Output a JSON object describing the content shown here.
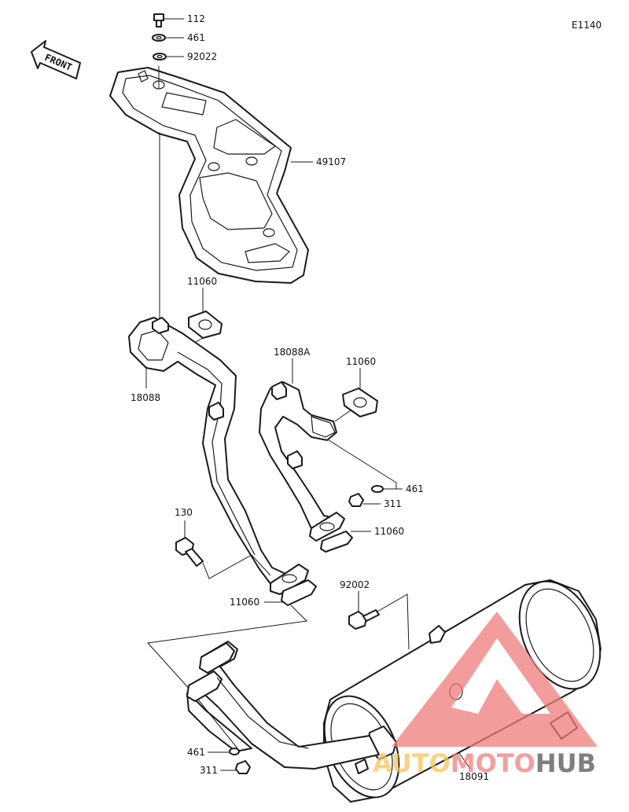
{
  "diagram_code": "E1140",
  "front_label": "FRONT",
  "parts": {
    "p112": "112",
    "p461_top": "461",
    "p92022": "92022",
    "p49107": "49107",
    "p11060_a": "11060",
    "p18088": "18088",
    "p18088A": "18088A",
    "p11060_b": "11060",
    "p461_mid": "461",
    "p311_mid": "311",
    "p11060_c": "11060",
    "p130": "130",
    "p11060_d": "11060",
    "p92002": "92002",
    "p461_bot": "461",
    "p311_bot": "311",
    "p18091": "18091"
  },
  "watermark": {
    "part1": "AUTO",
    "part2": "MOTO",
    "part3": "HUB",
    "color_light": "#f5c65a",
    "color_mid": "#f08080",
    "color_dark": "#555555"
  }
}
